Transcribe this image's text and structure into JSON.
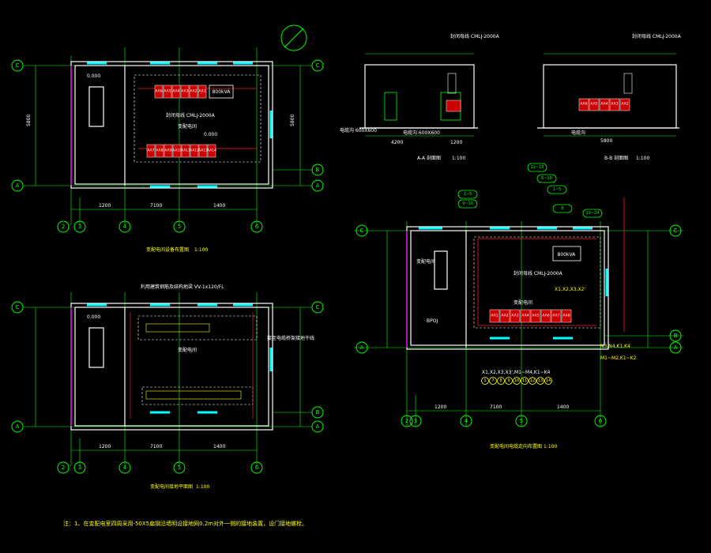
{
  "colors": {
    "background": "#000000",
    "axis_grid": "#00ff00",
    "wall": "#ffffff",
    "window": "#00ffff",
    "cabinet": "#cc0000",
    "annotation": "#ffff00"
  },
  "plan1": {
    "title": "变配电间设备布置图",
    "scale": "1:100",
    "transformer": "800kVA",
    "cabinet_label": "封闭母线 CMLJ-2000A",
    "room_label": "变配电间",
    "level": "0.000",
    "cabinets_top": [
      "AA6",
      "AA5",
      "AA4",
      "AA3",
      "AA2",
      "AA1"
    ],
    "cabinets_bottom": [
      "AA7",
      "AA8",
      "AA9",
      "AA10",
      "AA11",
      "AA12",
      "AA13",
      "AA14"
    ],
    "axes_left": [
      "C",
      "A"
    ],
    "axes_right": [
      "C",
      "B",
      "A"
    ],
    "axes_bottom": [
      "2",
      "3",
      "4",
      "5",
      "6"
    ],
    "dims_bottom": [
      "1200",
      "7100",
      "1400"
    ],
    "dim_left": "5800",
    "dim_right": "5800"
  },
  "plan2": {
    "title": "变配电间接地平面图",
    "scale": "1:100",
    "note_top": "利用建筑钢筋及结构地梁 VV-1x120/FL",
    "note_right": "接至电缆桥架接地干线",
    "level": "0.000",
    "room_label": "变配电间",
    "axes_left": [
      "C",
      "A"
    ],
    "axes_right": [
      "C",
      "B",
      "A"
    ],
    "axes_bottom": [
      "2",
      "3",
      "4",
      "5",
      "6"
    ],
    "dims_bottom": [
      "1200",
      "7100",
      "1400"
    ]
  },
  "sectionA": {
    "title": "A-A 剖面图",
    "scale": "1:100",
    "busbar": "封闭母线 CMLJ-2000A",
    "notes": [
      "电缆沟 600X600",
      "电缆沟 600X600"
    ],
    "dims": [
      "4200",
      "1200"
    ]
  },
  "sectionB": {
    "title": "B-B 剖面图",
    "scale": "1:100",
    "busbar": "封闭母线 CMLJ-2000A",
    "note": "电缆沟",
    "cabinets": [
      "AA6",
      "AA5",
      "AA4",
      "AA3",
      "AA2"
    ],
    "dim": "5800"
  },
  "plan3": {
    "title": "变配电间电缆走向布置图",
    "scale": "1:100",
    "busbar": "封闭母线 CMLJ-2000A",
    "transformer": "800kVA",
    "room_label": "变配电间",
    "level_label": "BPOJ",
    "cabinets": [
      "AA1",
      "AA2",
      "AA3",
      "AA4",
      "AA5",
      "AA6",
      "AA7",
      "AA8"
    ],
    "tags_top": [
      "11~18",
      "6~10",
      "1~5",
      "8",
      "19~24"
    ],
    "tags_left": [
      "1~5",
      "9~10"
    ],
    "tags_right": [
      "X1,X2,X3,X2'",
      "N3,N4,K1,K4",
      "M1~M2,K1~K2"
    ],
    "bottom_tags": "X1,X2,X3,X3',M1~M4,K1~K4",
    "bottom_circles": [
      "1",
      "7",
      "8",
      "9",
      "10",
      "11",
      "12",
      "13",
      "14"
    ],
    "dims_bottom": [
      "1200",
      "7100",
      "1400"
    ],
    "axes_left": [
      "C",
      "A"
    ],
    "axes_right": [
      "C",
      "B",
      "A"
    ],
    "axes_bottom": [
      "2",
      "3",
      "4",
      "5",
      "6"
    ]
  },
  "footnote": "注：1、在变配电室四周采用-50X5扁钢沿墙明设接地网0.2m对外一侧的接地装置，设门接地螺栓。"
}
